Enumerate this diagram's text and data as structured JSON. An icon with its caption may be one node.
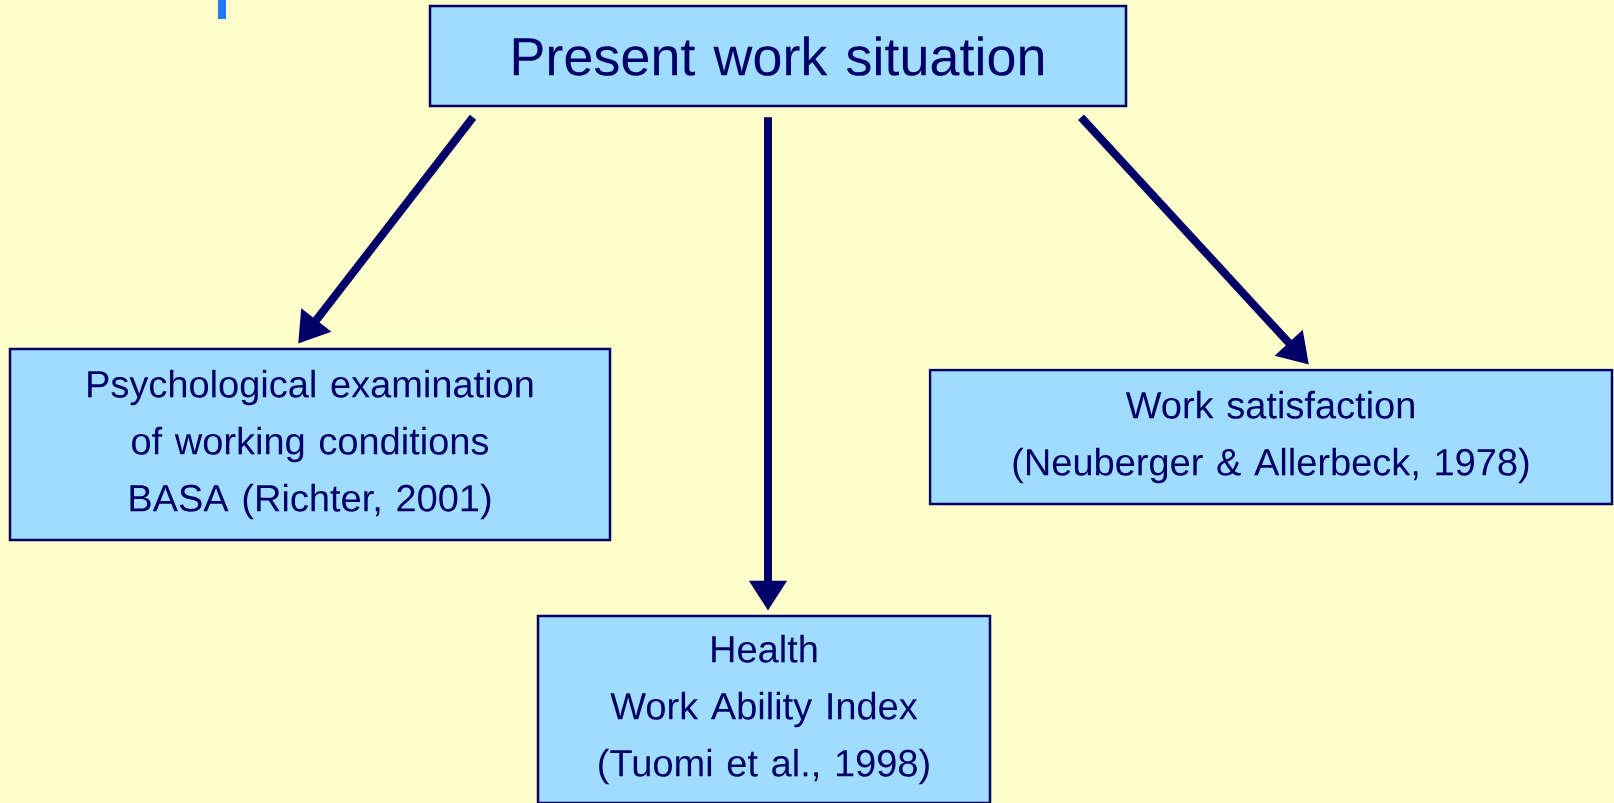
{
  "diagram": {
    "nodes": [
      {
        "text": [
          "Present work situation"
        ]
      },
      {
        "text": [
          "Psychological examination of working conditions",
          "BASA (Richter, 2001)"
        ]
      },
      {
        "text": [
          "Health",
          "Work Ability Index",
          "(Tuomi et al., 1998)"
        ]
      },
      {
        "text": [
          "Work satisfaction",
          "(Neuberger & Allerbeck, 1978)"
        ]
      }
    ],
    "edges": [
      {
        "from": 0,
        "to": 1,
        "arrow": "to"
      },
      {
        "from": 0,
        "to": 2,
        "arrow": "to"
      },
      {
        "from": 0,
        "to": 3,
        "arrow": "to"
      }
    ]
  }
}
